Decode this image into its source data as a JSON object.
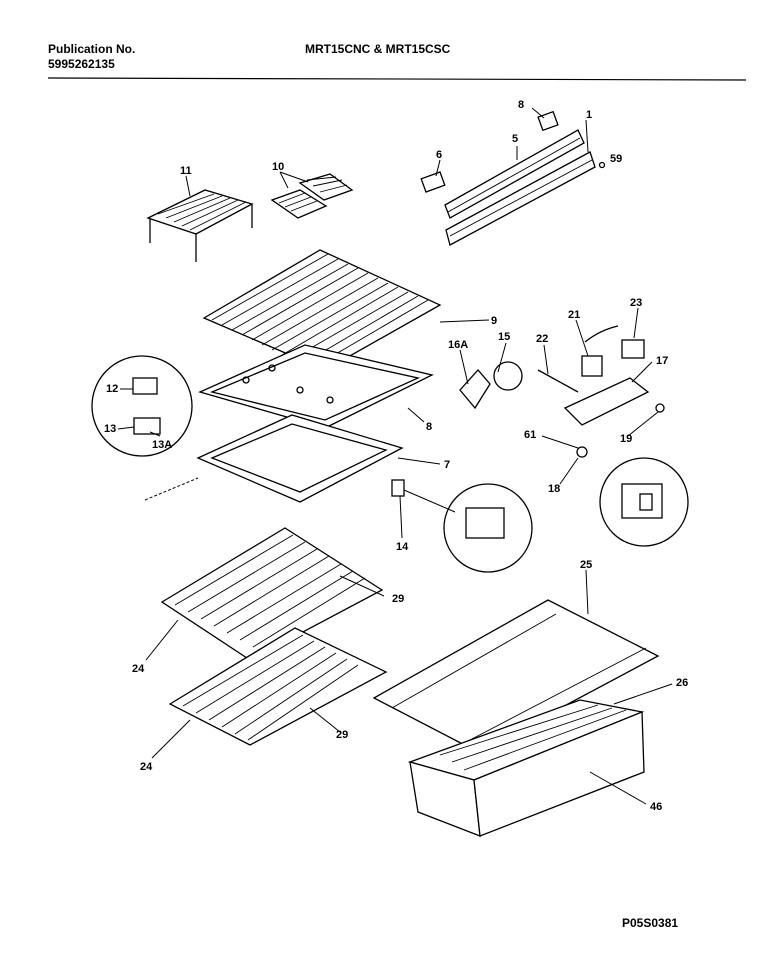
{
  "header": {
    "publication_label": "Publication No.",
    "publication_number": "5995262135",
    "models": "MRT15CNC & MRT15CSC"
  },
  "part_labels": {
    "p1": "1",
    "p5": "5",
    "p6": "6",
    "p59": "59",
    "p10": "10",
    "p11": "11",
    "p9": "9",
    "p8": "8",
    "p7": "7",
    "p12": "12",
    "p13": "13",
    "p13a": "13A",
    "p14": "14",
    "p15": "15",
    "p16a": "16A",
    "p21": "21",
    "p22": "22",
    "p23": "23",
    "p17": "17",
    "p61": "61",
    "p18": "18",
    "p19": "19",
    "p25": "25",
    "p26": "26",
    "p46": "46",
    "p29a": "29",
    "p29b": "29",
    "p24a": "24",
    "p24b": "24"
  },
  "footer": {
    "diagram_code": "P05S0381"
  }
}
